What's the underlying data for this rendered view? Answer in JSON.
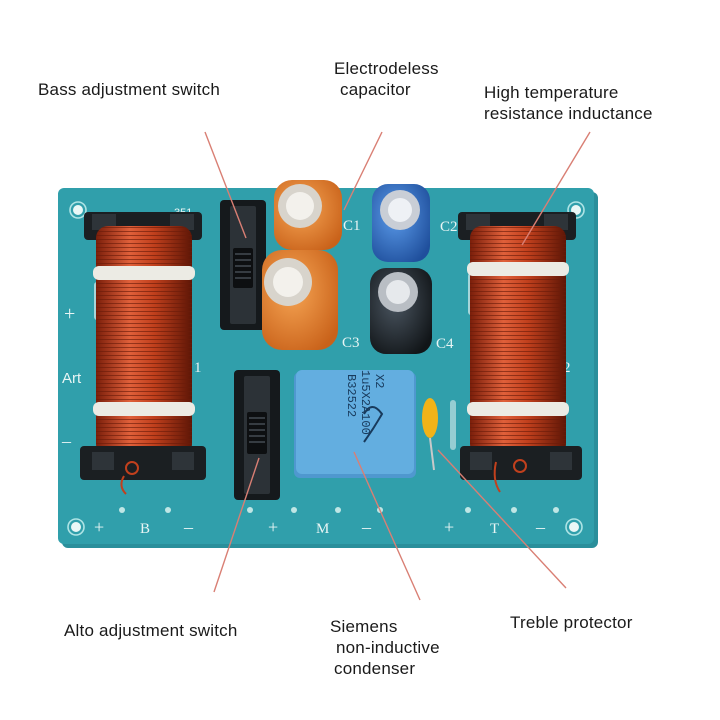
{
  "labels": {
    "bass_switch": "Bass adjustment switch",
    "capacitor_line1": "Electrodeless",
    "capacitor_line2": "capacitor",
    "inductance_line1": "High temperature",
    "inductance_line2": "resistance inductance",
    "alto_switch": "Alto adjustment switch",
    "siemens_line1": "Siemens",
    "siemens_line2": "non-inductive",
    "siemens_line3": "condenser",
    "treble": "Treble protector"
  },
  "board": {
    "silkscreen": {
      "c1": "C1",
      "c2": "C2",
      "c3": "C3",
      "c4": "C4",
      "l1": "1",
      "l2": "2",
      "art": "Art",
      "plus": "+",
      "minus": "–",
      "b": "B",
      "m": "M",
      "t": "T",
      "num351": "351"
    },
    "siemens_cap_text": [
      "B32522",
      "1u5X2A100",
      "X2"
    ],
    "colors": {
      "pcb": "#2f9aa6",
      "copper": "#c1401d",
      "orange_cap": "#e07a1e",
      "blue_cap": "#2e6fc7",
      "siemens_blue": "#5aa6d8"
    }
  }
}
